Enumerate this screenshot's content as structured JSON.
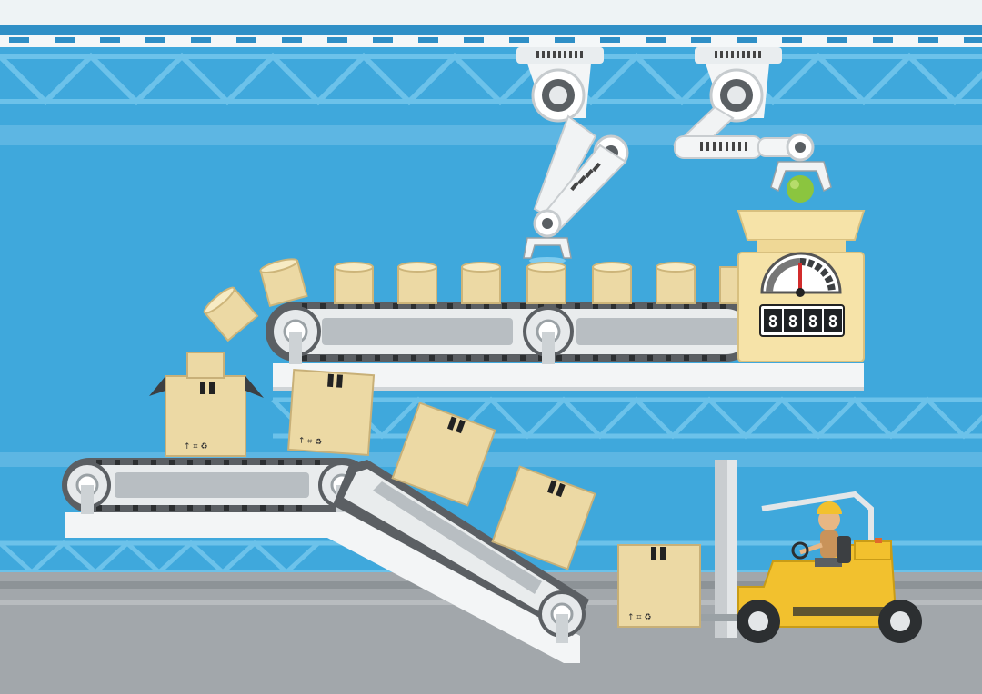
{
  "scene": {
    "description_free": true,
    "colors": {
      "sky": "#3fa8dc",
      "truss": "#5cb9e6",
      "floor": "#9aa0a4",
      "box": "#ecd9a4",
      "belt": "#5b5f63",
      "machine": "#f6e3a8",
      "forklift": "#f2c12e"
    }
  },
  "machine": {
    "counter_digits": [
      "8",
      "8",
      "8",
      "8"
    ],
    "gauge_icon": "gauge-icon"
  },
  "box_labels": {
    "top_box": "↑ ⌗ ♻",
    "mid_box": "↑ ⌗ ♻",
    "forklift_box": "↑ ⌗ ♻"
  }
}
